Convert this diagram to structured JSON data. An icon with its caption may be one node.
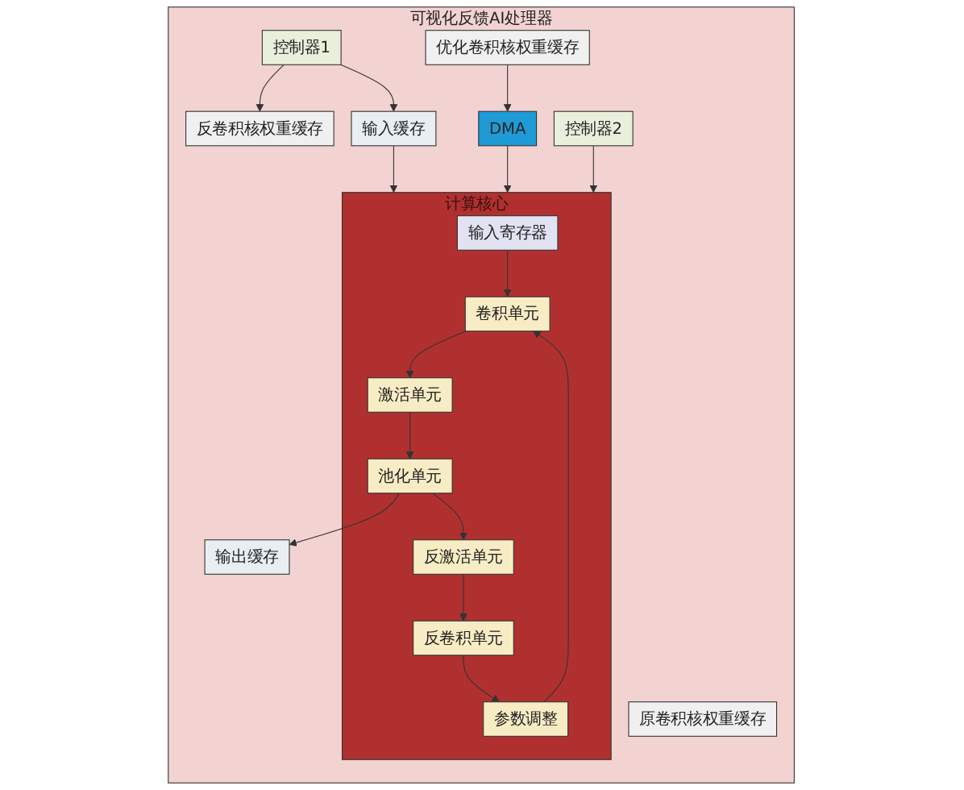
{
  "diagram": {
    "nodes": [
      {
        "text": [
          "可视化反馈AI处理器"
        ]
      },
      {
        "text": [
          "原卷积核权重缓存"
        ],
        "in": 0
      },
      {
        "text": [
          "反卷积核权重缓存"
        ],
        "in": 0
      },
      {
        "text": [
          "优化卷积核权重缓存"
        ],
        "in": 0
      },
      {
        "text": [
          "DMA"
        ],
        "in": 0
      },
      {
        "text": [
          "控制器1"
        ],
        "in": 0
      },
      {
        "text": [
          "控制器2"
        ],
        "in": 0
      },
      {
        "text": [
          "输入缓存"
        ],
        "in": 0
      },
      {
        "text": [
          "计算核心"
        ],
        "in": 0
      },
      {
        "text": [
          "输入寄存器"
        ],
        "in": 8
      },
      {
        "text": [
          "卷积单元"
        ],
        "in": 8
      },
      {
        "text": [
          "激活单元"
        ],
        "in": 8
      },
      {
        "text": [
          "池化单元"
        ],
        "in": 8
      },
      {
        "text": [
          "反激活单元"
        ],
        "in": 8
      },
      {
        "text": [
          "反卷积单元"
        ],
        "in": 8
      },
      {
        "text": [
          "参数调整"
        ],
        "in": 8
      },
      {
        "text": [
          "输出缓存"
        ],
        "in": 0
      }
    ],
    "edges": [
      {
        "from": 5,
        "to": 2,
        "arrow": "to"
      },
      {
        "from": 5,
        "to": 7,
        "arrow": "to"
      },
      {
        "from": 3,
        "to": 4,
        "arrow": "to"
      },
      {
        "from": 4,
        "to": 8,
        "arrow": "to"
      },
      {
        "from": 6,
        "to": 8,
        "arrow": "to"
      },
      {
        "from": 7,
        "to": 8,
        "arrow": "to"
      },
      {
        "from": 9,
        "to": 10,
        "arrow": "to"
      },
      {
        "from": 10,
        "to": 11,
        "arrow": "to"
      },
      {
        "from": 11,
        "to": 12,
        "arrow": "to"
      },
      {
        "from": 12,
        "to": 16,
        "arrow": "to"
      },
      {
        "from": 12,
        "to": 13,
        "arrow": "to"
      },
      {
        "from": 13,
        "to": 14,
        "arrow": "to"
      },
      {
        "from": 14,
        "to": 15,
        "arrow": "to"
      },
      {
        "from": 15,
        "to": 10,
        "arrow": "to"
      }
    ]
  }
}
